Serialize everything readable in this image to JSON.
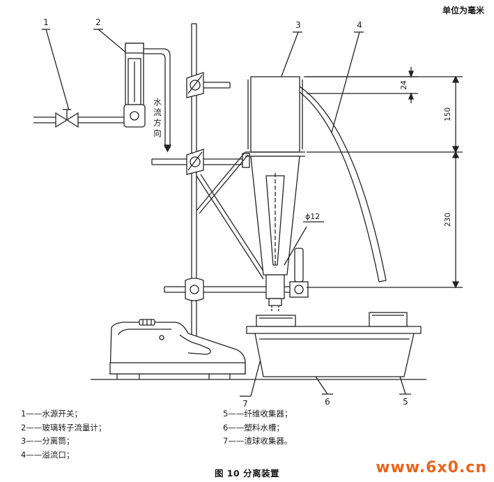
{
  "unit_note": "单位为毫米",
  "callouts": [
    "1",
    "2",
    "3",
    "4",
    "5",
    "6",
    "7"
  ],
  "flow_label": [
    "水",
    "流",
    "方",
    "向"
  ],
  "dimensions": {
    "d24": "24",
    "d150": "150",
    "d230": "230",
    "phi12": "ϕ12"
  },
  "legend_left": [
    "1——水源开关；",
    "2——玻璃转子流量计；",
    "3——分离筒；",
    "4——溢流口；"
  ],
  "legend_right": [
    "5——纤维收集器；",
    "6——塑料水槽；",
    "7——渣球收集器。"
  ],
  "caption": "图 10    分离装置",
  "watermark": "www.6x0.cn"
}
